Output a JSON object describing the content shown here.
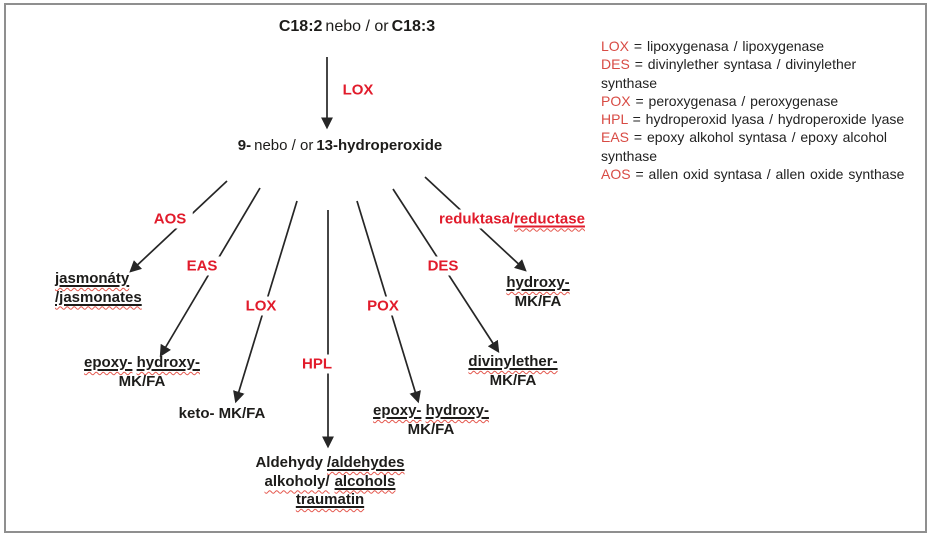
{
  "title": {
    "c182": "C18:2",
    "connector": "nebo / or",
    "c183": "C18:3"
  },
  "hub": {
    "prefix": "9-",
    "connector": "nebo / or",
    "product": "13-hydroperoxide"
  },
  "enzymes": {
    "lox_top": "LOX",
    "aos": "AOS",
    "eas": "EAS",
    "lox_mid": "LOX",
    "hpl": "HPL",
    "pox": "POX",
    "des": "DES",
    "reductase_plain": "reduktasa/",
    "reductase_marked": "reductase"
  },
  "products": {
    "jasmonates": {
      "line1": "jasmonáty",
      "line2": "/jasmonates"
    },
    "eas_product": {
      "word1": "epoxy-",
      "word2": "hydroxy-",
      "line2": "MK/FA"
    },
    "keto": {
      "line1": "keto- MK/FA"
    },
    "hpl_product": {
      "l1_plain": "Aldehydy",
      "l1_marked": "/aldehydes",
      "l2_wavy": "alkoholy/",
      "l2_marked": "alcohols",
      "l3_marked": "traumatin"
    },
    "pox_product": {
      "word1": "epoxy-",
      "word2": "hydroxy-",
      "line2": "MK/FA"
    },
    "des_product": {
      "line1": "divinylether-",
      "line2": "MK/FA"
    },
    "hydroxy_product": {
      "line1": "hydroxy-",
      "line2": "MK/FA"
    }
  },
  "legend": {
    "items": [
      {
        "abbr": "LOX",
        "definition": "= lipoxygenasa / lipoxygenase"
      },
      {
        "abbr": "DES",
        "definition": "= divinylether syntasa / divinylether synthase"
      },
      {
        "abbr": "POX",
        "definition": "= peroxygenasa / peroxygenase"
      },
      {
        "abbr": "HPL",
        "definition": "= hydroperoxid lyasa / hydroperoxide lyase"
      },
      {
        "abbr": "EAS",
        "definition": "= epoxy alkohol syntasa / epoxy alcohol synthase"
      },
      {
        "abbr": "AOS",
        "definition": "= allen oxid syntasa / allen oxide synthase"
      }
    ]
  },
  "colors": {
    "diagram_red": "#e11b2b",
    "legend_red": "#d84b44",
    "text_black": "#1d1c1a",
    "arrow_black": "#262626",
    "squiggle_red": "#e4574d",
    "border_gray": "#8f8f8f"
  }
}
